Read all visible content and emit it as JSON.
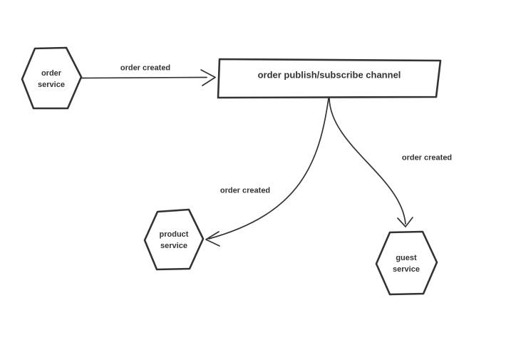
{
  "diagram": {
    "background_color": "#ffffff",
    "stroke_color": "#333333",
    "text_color": "#333333",
    "nodes": [
      {
        "id": "order-service",
        "shape": "hexagon",
        "label": "order service"
      },
      {
        "id": "order-channel",
        "shape": "rectangle",
        "label": "order publish/subscribe channel"
      },
      {
        "id": "product-service",
        "shape": "hexagon",
        "label": "product service"
      },
      {
        "id": "guest-service",
        "shape": "hexagon",
        "label": "guest service"
      }
    ],
    "edges": [
      {
        "id": "order-service-to-channel",
        "from": "order-service",
        "to": "order-channel",
        "label": "order created"
      },
      {
        "id": "channel-to-product-service",
        "from": "order-channel",
        "to": "product-service",
        "label": "order created"
      },
      {
        "id": "channel-to-guest-service",
        "from": "order-channel",
        "to": "guest-service",
        "label": "order created"
      }
    ]
  }
}
